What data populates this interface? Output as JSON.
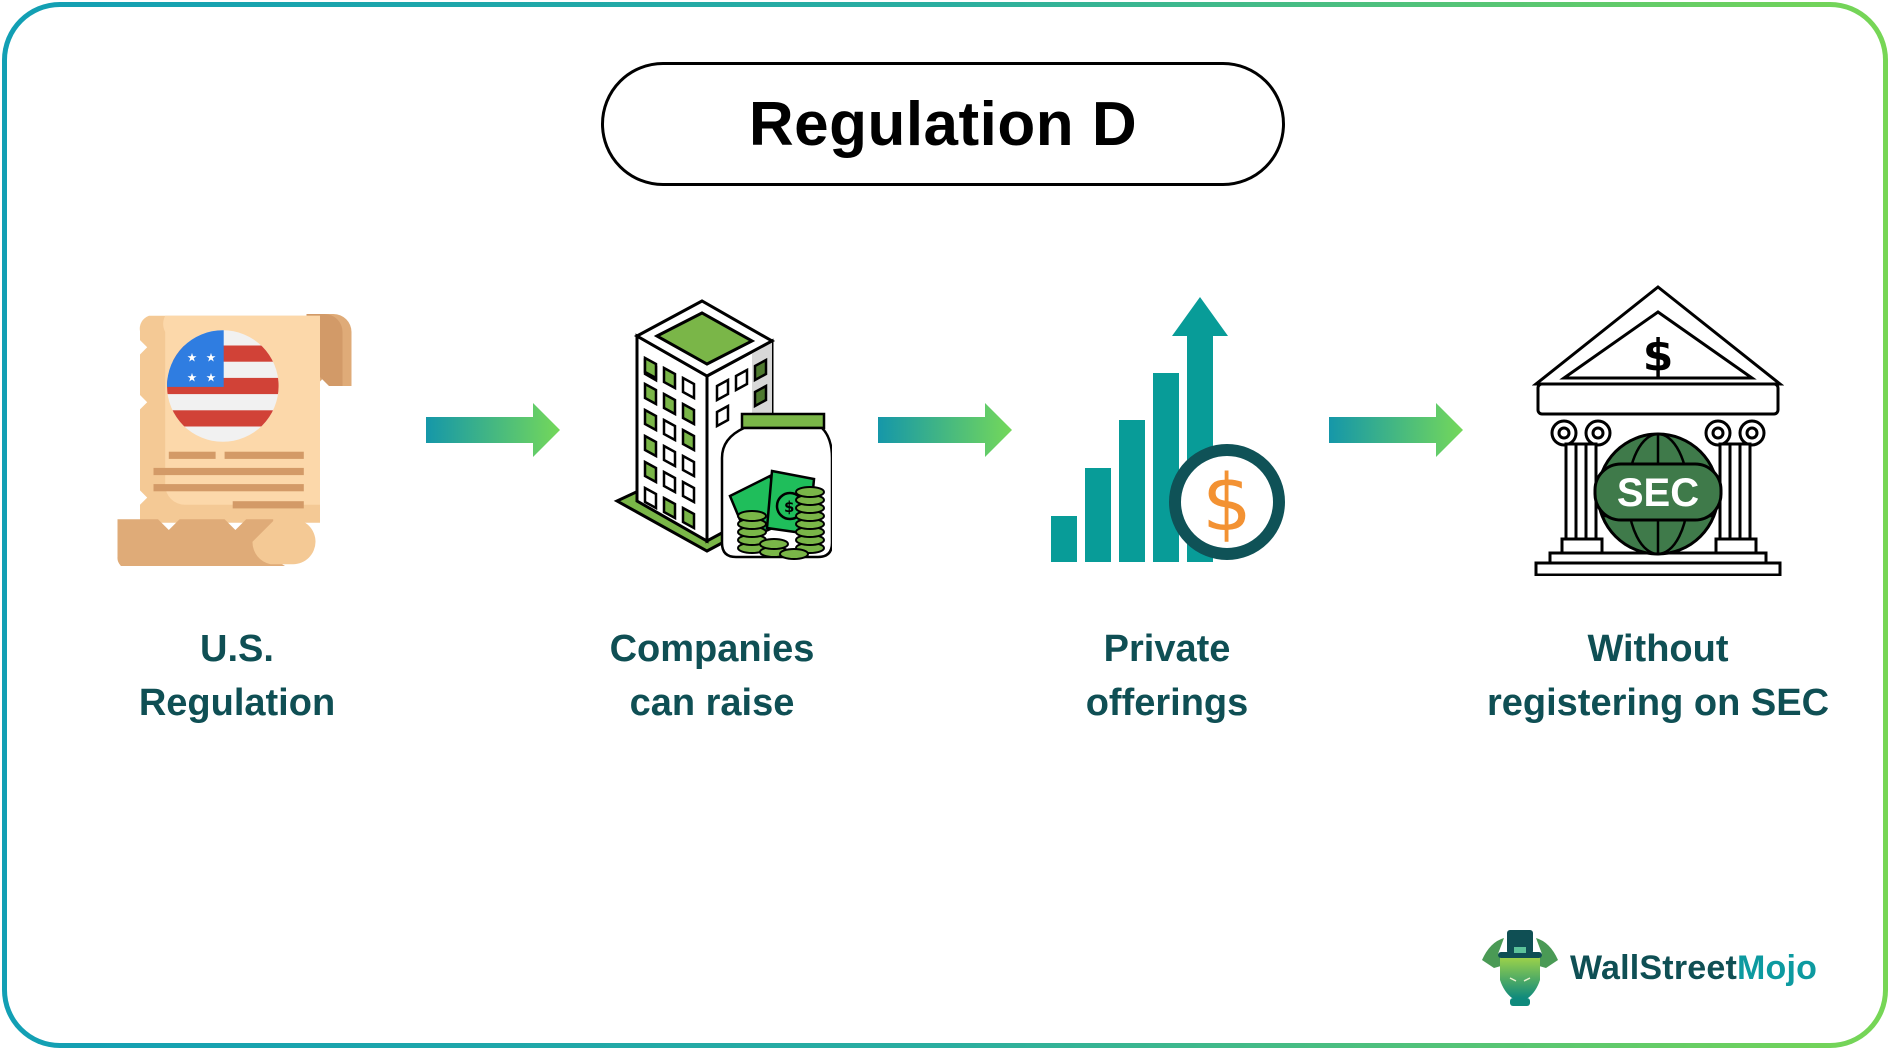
{
  "title": "Regulation D",
  "colors": {
    "frame_start": "#129fb4",
    "frame_end": "#77d655",
    "label_text": "#0f4f54",
    "arrow_start": "#1597a9",
    "arrow_end": "#74d85a",
    "brand_dark": "#0f4f54",
    "brand_teal": "#0d9aa0"
  },
  "steps": [
    {
      "icon": "legal-scroll-us-flag-icon",
      "line1": "U.S.",
      "line2": "Regulation"
    },
    {
      "icon": "building-money-jar-icon",
      "line1": "Companies",
      "line2": "can raise"
    },
    {
      "icon": "growth-chart-dollar-icon",
      "line1": "Private",
      "line2": "offerings"
    },
    {
      "icon": "sec-bank-building-icon",
      "line1": "Without",
      "line2": "registering on SEC",
      "badge": "SEC",
      "pediment_symbol": "$"
    }
  ],
  "arrows": [
    "arrow-right-icon",
    "arrow-right-icon",
    "arrow-right-icon"
  ],
  "logo": {
    "part1": "WallStreet",
    "part2": "Mojo"
  }
}
